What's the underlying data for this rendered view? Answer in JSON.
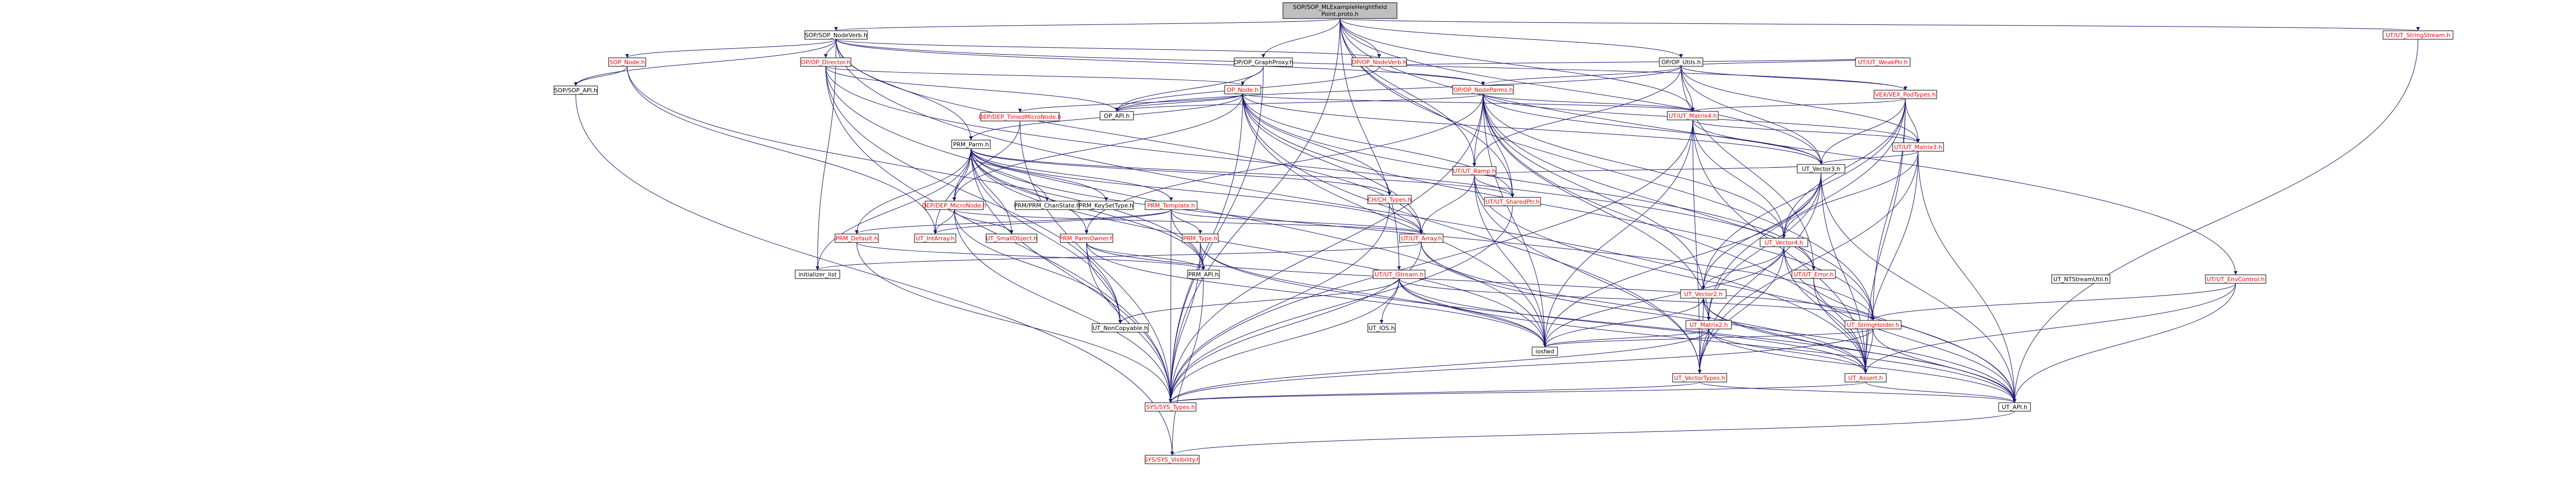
{
  "colors": {
    "edge": "#191970",
    "root_fill": "#bfbfbf",
    "node_fill": "#ffffff",
    "link_text": "#000000",
    "red_text": "#ff0000"
  },
  "nodes": [
    {
      "id": "root",
      "label": [
        "SOP/SOP_MLExampleHeightfield",
        "Point.proto.h"
      ],
      "root": true
    },
    {
      "id": "sopnodeverb",
      "label": [
        "SOP/SOP_NodeVerb.h"
      ]
    },
    {
      "id": "opgraphproxy",
      "label": [
        "OP/OP_GraphProxy.h"
      ]
    },
    {
      "id": "opnodeverb",
      "label": [
        "OP/OP_NodeVerb.h"
      ],
      "red": true
    },
    {
      "id": "oputils",
      "label": [
        "OP/OP_Utils.h"
      ]
    },
    {
      "id": "utstringstream",
      "label": [
        "UT/UT_StringStream.h"
      ],
      "red": true
    },
    {
      "id": "sopnode",
      "label": [
        "SOP_Node.h"
      ],
      "red": true
    },
    {
      "id": "sopapi",
      "label": [
        "SOP/SOP_API.h"
      ]
    },
    {
      "id": "opdirector",
      "label": [
        "OP/OP_Director.h"
      ],
      "red": true
    },
    {
      "id": "opnodeparms",
      "label": [
        "OP/OP_NodeParms.h"
      ],
      "red": true
    },
    {
      "id": "vexpodtypes",
      "label": [
        "VEX/VEX_PodTypes.h"
      ],
      "red": true
    },
    {
      "id": "utweakptr",
      "label": [
        "UT/UT_WeakPtr.h"
      ],
      "red": true
    },
    {
      "id": "opnode",
      "label": [
        "OP_Node.h"
      ],
      "red": true
    },
    {
      "id": "opapi",
      "label": [
        "OP_API.h"
      ]
    },
    {
      "id": "dep_timed",
      "label": [
        "DEP/DEP_TimedMicroNode.h"
      ],
      "red": true
    },
    {
      "id": "utmatrix4",
      "label": [
        "UT/UT_Matrix4.h"
      ],
      "red": true
    },
    {
      "id": "utmatrix3",
      "label": [
        "UT/UT_Matrix3.h"
      ],
      "red": true
    },
    {
      "id": "prmparm",
      "label": [
        "PRM_Parm.h"
      ]
    },
    {
      "id": "utramp",
      "label": [
        "UT/UT_Ramp.h"
      ],
      "red": true
    },
    {
      "id": "utsharedptr",
      "label": [
        "UT/UT_SharedPtr.h"
      ],
      "red": true
    },
    {
      "id": "utvector3",
      "label": [
        "UT_Vector3.h"
      ]
    },
    {
      "id": "utntstream",
      "label": [
        "UT_NTStreamUtil.h"
      ]
    },
    {
      "id": "utenvcontrol",
      "label": [
        "UT/UT_EnvControl.h"
      ],
      "red": true
    },
    {
      "id": "dep_micro",
      "label": [
        "DEP/DEP_MicroNode.h"
      ],
      "red": true
    },
    {
      "id": "prm_chanstate",
      "label": [
        "PRM/PRM_ChanState.h"
      ]
    },
    {
      "id": "prm_keysettype",
      "label": [
        "PRM_KeySetType.h"
      ]
    },
    {
      "id": "prm_template",
      "label": [
        "PRM_Template.h"
      ],
      "red": true
    },
    {
      "id": "ch_types",
      "label": [
        "CH/CH_Types.h"
      ],
      "red": true
    },
    {
      "id": "utvector4",
      "label": [
        "UT_Vector4.h"
      ],
      "red": true
    },
    {
      "id": "prm_default",
      "label": [
        "PRM_Default.h"
      ],
      "red": true
    },
    {
      "id": "ut_intarray",
      "label": [
        "UT_IntArray.h"
      ],
      "red": true
    },
    {
      "id": "ut_smallobject",
      "label": [
        "UT_SmallObject.h"
      ],
      "red": true
    },
    {
      "id": "prm_parmowner",
      "label": [
        "PRM_ParmOwner.h"
      ],
      "red": true
    },
    {
      "id": "prm_type",
      "label": [
        "PRM_Type.h"
      ],
      "red": true
    },
    {
      "id": "utarray",
      "label": [
        "UT/UT_Array.h"
      ],
      "red": true
    },
    {
      "id": "initializer_list",
      "label": [
        "initializer_list"
      ]
    },
    {
      "id": "prm_api",
      "label": [
        "PRM_API.h"
      ]
    },
    {
      "id": "ut_istream",
      "label": [
        "UT/UT_IStream.h"
      ],
      "red": true
    },
    {
      "id": "ut_error",
      "label": [
        "UT/UT_Error.h"
      ],
      "red": true
    },
    {
      "id": "ut_vector2",
      "label": [
        "UT_Vector2.h"
      ],
      "red": true
    },
    {
      "id": "ut_matrix2",
      "label": [
        "UT_Matrix2.h"
      ],
      "red": true
    },
    {
      "id": "ut_stringholder",
      "label": [
        "UT_StringHolder.h"
      ],
      "red": true
    },
    {
      "id": "ut_noncopyable",
      "label": [
        "UT_NonCopyable.h"
      ]
    },
    {
      "id": "ut_ios",
      "label": [
        "UT_IOS.h"
      ]
    },
    {
      "id": "iosfwd",
      "label": [
        "iosfwd"
      ]
    },
    {
      "id": "ut_vectortypes",
      "label": [
        "UT_VectorTypes.h"
      ],
      "red": true
    },
    {
      "id": "ut_assert",
      "label": [
        "UT_Assert.h"
      ],
      "red": true
    },
    {
      "id": "sys_types",
      "label": [
        "SYS/SYS_Types.h"
      ],
      "red": true
    },
    {
      "id": "ut_api",
      "label": [
        "UT_API.h"
      ]
    },
    {
      "id": "sys_visibility",
      "label": [
        "SYS/SYS_Visibility.h"
      ],
      "red": true
    }
  ],
  "edges": [
    [
      "root",
      "sopnodeverb"
    ],
    [
      "root",
      "opgraphproxy"
    ],
    [
      "root",
      "opnodeverb"
    ],
    [
      "root",
      "oputils"
    ],
    [
      "root",
      "utstringstream"
    ],
    [
      "root",
      "utramp"
    ],
    [
      "root",
      "utsharedptr"
    ],
    [
      "root",
      "ut_istream"
    ],
    [
      "root",
      "ut_stringholder"
    ],
    [
      "root",
      "ut_ntstream"
    ],
    [
      "root",
      "utenvcontrol"
    ],
    [
      "root",
      "sys_types"
    ],
    [
      "root",
      "utvector3"
    ],
    [
      "root",
      "utmatrix4"
    ],
    [
      "sopnodeverb",
      "sopnode"
    ],
    [
      "sopnodeverb",
      "sopapi"
    ],
    [
      "sopnodeverb",
      "opdirector"
    ],
    [
      "sopnodeverb",
      "opnodeverb"
    ],
    [
      "sopnodeverb",
      "opnodeparms"
    ],
    [
      "sopnodeverb",
      "prmparm"
    ],
    [
      "sopnodeverb",
      "utarray"
    ],
    [
      "sopnodeverb",
      "initializer_list"
    ],
    [
      "sopnodeverb",
      "vexpodtypes"
    ],
    [
      "sopnodeverb",
      "ut_assert"
    ],
    [
      "sopnode",
      "sopapi"
    ],
    [
      "sopnode",
      "prm_api"
    ],
    [
      "sopnode",
      "ut_intarray"
    ],
    [
      "sopapi",
      "sys_visibility"
    ],
    [
      "opdirector",
      "opnode"
    ],
    [
      "opdirector",
      "opapi"
    ],
    [
      "opdirector",
      "ut_noncopyable"
    ],
    [
      "opdirector",
      "sys_types"
    ],
    [
      "opdirector",
      "iosfwd"
    ],
    [
      "opdirector",
      "ut_error"
    ],
    [
      "opgraphproxy",
      "opnode"
    ],
    [
      "opgraphproxy",
      "opapi"
    ],
    [
      "opgraphproxy",
      "sys_types"
    ],
    [
      "opnodeverb",
      "opnodeparms"
    ],
    [
      "opnodeverb",
      "opapi"
    ],
    [
      "opnodeverb",
      "utweakptr"
    ],
    [
      "oputils",
      "opnodeparms"
    ],
    [
      "oputils",
      "utmatrix4"
    ],
    [
      "oputils",
      "utmatrix3"
    ],
    [
      "oputils",
      "vexpodtypes"
    ],
    [
      "oputils",
      "utweakptr"
    ],
    [
      "oputils",
      "opapi"
    ],
    [
      "oputils",
      "utvector3"
    ],
    [
      "oputils",
      "utramp"
    ],
    [
      "oputils",
      "ut_error"
    ],
    [
      "opnode",
      "opapi"
    ],
    [
      "opnode",
      "prmparm"
    ],
    [
      "opnode",
      "dep_micro"
    ],
    [
      "opnode",
      "dep_timed"
    ],
    [
      "opnode",
      "utarray"
    ],
    [
      "opnode",
      "utsharedptr"
    ],
    [
      "opnode",
      "utmatrix4"
    ],
    [
      "opnode",
      "utvector3"
    ],
    [
      "opnode",
      "sys_types"
    ],
    [
      "opnode",
      "iosfwd"
    ],
    [
      "opnode",
      "ch_types"
    ],
    [
      "opnode",
      "ut_stringholder"
    ],
    [
      "opnode",
      "ut_vectortypes"
    ],
    [
      "opnode",
      "ut_error"
    ],
    [
      "opnodeparms",
      "utmatrix4"
    ],
    [
      "opnodeparms",
      "utmatrix3"
    ],
    [
      "opnodeparms",
      "utvector3"
    ],
    [
      "opnodeparms",
      "utvector4"
    ],
    [
      "opnodeparms",
      "utramp"
    ],
    [
      "opnodeparms",
      "utsharedptr"
    ],
    [
      "opnodeparms",
      "ut_vector2"
    ],
    [
      "opnodeparms",
      "ut_matrix2"
    ],
    [
      "opnodeparms",
      "ut_stringholder"
    ],
    [
      "opnodeparms",
      "sys_types"
    ],
    [
      "opnodeparms",
      "prm_parmowner"
    ],
    [
      "opnodeparms",
      "opapi"
    ],
    [
      "opnodeparms",
      "iosfwd"
    ],
    [
      "opnodeparms",
      "ut_assert"
    ],
    [
      "vexpodtypes",
      "utmatrix4"
    ],
    [
      "vexpodtypes",
      "utmatrix3"
    ],
    [
      "vexpodtypes",
      "utvector3"
    ],
    [
      "vexpodtypes",
      "utvector4"
    ],
    [
      "vexpodtypes",
      "ut_vector2"
    ],
    [
      "vexpodtypes",
      "ut_matrix2"
    ],
    [
      "vexpodtypes",
      "ut_stringholder"
    ],
    [
      "vexpodtypes",
      "ut_assert"
    ],
    [
      "utmatrix4",
      "utmatrix3"
    ],
    [
      "utmatrix4",
      "utvector3"
    ],
    [
      "utmatrix4",
      "utvector4"
    ],
    [
      "utmatrix4",
      "ut_vectortypes"
    ],
    [
      "utmatrix4",
      "ut_assert"
    ],
    [
      "utmatrix4",
      "iosfwd"
    ],
    [
      "utmatrix4",
      "sys_types"
    ],
    [
      "utmatrix3",
      "utvector3"
    ],
    [
      "utmatrix3",
      "ut_vectortypes"
    ],
    [
      "utmatrix3",
      "ut_assert"
    ],
    [
      "utmatrix3",
      "ut_api"
    ],
    [
      "utmatrix3",
      "utvector4"
    ],
    [
      "utvector3",
      "utvector4"
    ],
    [
      "utvector3",
      "ut_vector2"
    ],
    [
      "utvector3",
      "ut_vectortypes"
    ],
    [
      "utvector3",
      "ut_assert"
    ],
    [
      "utvector3",
      "iosfwd"
    ],
    [
      "utvector3",
      "ut_api"
    ],
    [
      "utvector3",
      "ut_matrix2"
    ],
    [
      "utvector4",
      "ut_vector2"
    ],
    [
      "utvector4",
      "ut_vectortypes"
    ],
    [
      "utvector4",
      "ut_assert"
    ],
    [
      "utvector4",
      "iosfwd"
    ],
    [
      "utvector4",
      "ut_api"
    ],
    [
      "ut_vector2",
      "ut_matrix2"
    ],
    [
      "ut_vector2",
      "ut_vectortypes"
    ],
    [
      "ut_vector2",
      "ut_assert"
    ],
    [
      "ut_vector2",
      "iosfwd"
    ],
    [
      "ut_vector2",
      "ut_api"
    ],
    [
      "ut_matrix2",
      "ut_vector2"
    ],
    [
      "ut_matrix2",
      "ut_vectortypes"
    ],
    [
      "ut_matrix2",
      "ut_assert"
    ],
    [
      "ut_matrix2",
      "iosfwd"
    ],
    [
      "ut_matrix2",
      "sys_types"
    ],
    [
      "ut_matrix2",
      "ut_api"
    ],
    [
      "ut_vectortypes",
      "sys_types"
    ],
    [
      "ut_vectortypes",
      "ut_api"
    ],
    [
      "ut_assert",
      "ut_api"
    ],
    [
      "ut_assert",
      "sys_types"
    ],
    [
      "ut_api",
      "sys_visibility"
    ],
    [
      "ut_stringholder",
      "ut_assert"
    ],
    [
      "ut_stringholder",
      "sys_types"
    ],
    [
      "ut_stringholder",
      "iosfwd"
    ],
    [
      "ut_stringholder",
      "ut_api"
    ],
    [
      "ut_error",
      "ut_api"
    ],
    [
      "ut_error",
      "ut_assert"
    ],
    [
      "utramp",
      "utarray"
    ],
    [
      "utramp",
      "utsharedptr"
    ],
    [
      "utramp",
      "ut_vectortypes"
    ],
    [
      "utramp",
      "iosfwd"
    ],
    [
      "utramp",
      "ut_api"
    ],
    [
      "utramp",
      "utvector3"
    ],
    [
      "utarray",
      "ut_assert"
    ],
    [
      "utarray",
      "initializer_list"
    ],
    [
      "utarray",
      "ut_api"
    ],
    [
      "utarray",
      "sys_types"
    ],
    [
      "prmparm",
      "prm_chanstate"
    ],
    [
      "prmparm",
      "prm_keysettype"
    ],
    [
      "prmparm",
      "prm_template"
    ],
    [
      "prmparm",
      "ch_types"
    ],
    [
      "prmparm",
      "dep_micro"
    ],
    [
      "prmparm",
      "prm_default"
    ],
    [
      "prmparm",
      "prm_parmowner"
    ],
    [
      "prmparm",
      "utarray"
    ],
    [
      "prmparm",
      "ut_intarray"
    ],
    [
      "prmparm",
      "utsharedptr"
    ],
    [
      "prmparm",
      "ut_noncopyable"
    ],
    [
      "prmparm",
      "iosfwd"
    ],
    [
      "prmparm",
      "sys_types"
    ],
    [
      "prmparm",
      "prm_api"
    ],
    [
      "prmparm",
      "initializer_list"
    ],
    [
      "prmparm",
      "ut_stringholder"
    ],
    [
      "prmparm",
      "ut_smallobject"
    ],
    [
      "prm_template",
      "prm_type"
    ],
    [
      "prm_template",
      "prm_default"
    ],
    [
      "prm_template",
      "prm_api"
    ],
    [
      "prm_template",
      "ut_intarray"
    ],
    [
      "prm_template",
      "utarray"
    ],
    [
      "prm_template",
      "sys_types"
    ],
    [
      "prm_type",
      "prm_api"
    ],
    [
      "prm_type",
      "sys_types"
    ],
    [
      "prm_type",
      "iosfwd"
    ],
    [
      "prm_type",
      "ut_api"
    ],
    [
      "prm_default",
      "sys_types"
    ],
    [
      "prm_default",
      "prm_api"
    ],
    [
      "prm_parmowner",
      "prm_api"
    ],
    [
      "prm_parmowner",
      "ut_noncopyable"
    ],
    [
      "prm_parmowner",
      "sys_types"
    ],
    [
      "prm_parmowner",
      "ut_stringholder"
    ],
    [
      "prm_parmowner",
      "iosfwd"
    ],
    [
      "ch_types",
      "utarray"
    ],
    [
      "ch_types",
      "sys_types"
    ],
    [
      "dep_micro",
      "utarray"
    ],
    [
      "dep_micro",
      "ut_smallobject"
    ],
    [
      "dep_micro",
      "ut_intarray"
    ],
    [
      "dep_micro",
      "sys_types"
    ],
    [
      "dep_micro",
      "ut_noncopyable"
    ],
    [
      "dep_timed",
      "dep_micro"
    ],
    [
      "dep_timed",
      "sys_types"
    ],
    [
      "prm_api",
      "sys_visibility"
    ],
    [
      "ut_istream",
      "ut_ios"
    ],
    [
      "ut_istream",
      "iosfwd"
    ],
    [
      "ut_istream",
      "sys_types"
    ],
    [
      "ut_istream",
      "ut_noncopyable"
    ],
    [
      "ut_istream",
      "ut_api"
    ],
    [
      "ut_istream",
      "ut_assert"
    ],
    [
      "ut_istream",
      "ut_stringholder"
    ],
    [
      "ut_ntstream",
      "ut_stringholder"
    ],
    [
      "ut_ntstream",
      "ut_api"
    ],
    [
      "ut_ntstream",
      "iosfwd"
    ],
    [
      "ut_ntstream",
      "ut_assert"
    ],
    [
      "utenvcontrol",
      "ut_api"
    ],
    [
      "utenvcontrol",
      "ut_assert"
    ],
    [
      "utenvcontrol",
      "ut_stringholder"
    ],
    [
      "utstringstream",
      "ut_api"
    ],
    [
      "utsharedptr",
      "sys_types"
    ]
  ]
}
